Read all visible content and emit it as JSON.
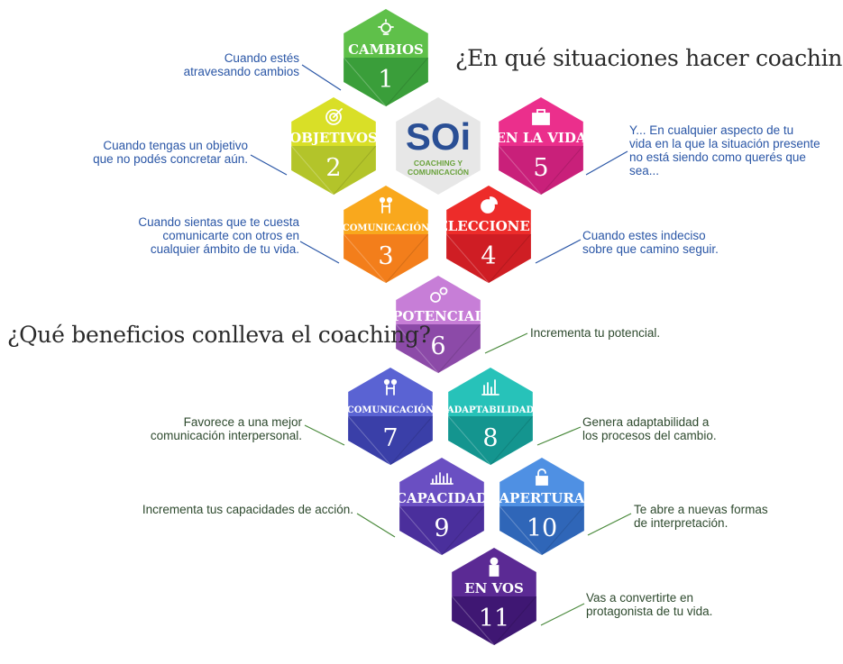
{
  "headings": {
    "situations": "¿En qué situaciones hacer coaching?",
    "benefits": "¿Qué beneficios conlleva el coaching?"
  },
  "logo": {
    "text": "SOi",
    "subtitle_1": "COACHING Y",
    "subtitle_2": "COMUNICACIÓN"
  },
  "hexagons": [
    {
      "id": 1,
      "label": "CAMBIOS",
      "number": "1",
      "icon": "lightbulb-icon",
      "light": "#5fc04a",
      "dark": "#3a9e3a"
    },
    {
      "id": 2,
      "label": "OBJETIVOS",
      "number": "2",
      "icon": "target-icon",
      "light": "#d9df27",
      "dark": "#b3c42a"
    },
    {
      "id": 3,
      "label": "COMUNICACIÓN",
      "number": "3",
      "icon": "people-icon",
      "light": "#f9a81d",
      "dark": "#f37e1b"
    },
    {
      "id": 4,
      "label": "ELECCIONES",
      "number": "4",
      "icon": "pie-chart-icon",
      "light": "#ed2c2a",
      "dark": "#cf1e24"
    },
    {
      "id": 5,
      "label": "EN LA VIDA",
      "number": "5",
      "icon": "briefcase-icon",
      "light": "#eb2f8c",
      "dark": "#c9207a"
    },
    {
      "id": 6,
      "label": "POTENCIAL",
      "number": "6",
      "icon": "gears-icon",
      "light": "#c77ed7",
      "dark": "#8c4aa8"
    },
    {
      "id": 7,
      "label": "COMUNICACIÓN",
      "number": "7",
      "icon": "people-icon",
      "light": "#5a63d3",
      "dark": "#3a3fa8"
    },
    {
      "id": 8,
      "label": "ADAPTABILIDAD",
      "number": "8",
      "icon": "bars-icon",
      "light": "#27c2b9",
      "dark": "#14958f"
    },
    {
      "id": 9,
      "label": "CAPACIDAD",
      "number": "9",
      "icon": "equalizer-icon",
      "light": "#6a4fc2",
      "dark": "#4b2f9c"
    },
    {
      "id": 10,
      "label": "APERTURA",
      "number": "10",
      "icon": "padlock-icon",
      "light": "#4f90e3",
      "dark": "#2f66b8"
    },
    {
      "id": 11,
      "label": "EN VOS",
      "number": "11",
      "icon": "person-icon",
      "light": "#5b2a94",
      "dark": "#3f1873"
    }
  ],
  "notes": [
    {
      "id": 1,
      "text": "Cuando estés\natravesando cambios"
    },
    {
      "id": 2,
      "text": "Cuando tengas un objetivo\nque no podés concretar aún."
    },
    {
      "id": 3,
      "text": "Cuando sientas que te cuesta\ncomunicarte con otros en\ncualquier ámbito de tu vida."
    },
    {
      "id": 4,
      "text": "Cuando estes indeciso\nsobre que camino seguir."
    },
    {
      "id": 5,
      "text": "Y... En cualquier aspecto de tu\nvida en la que la situación presente\nno está siendo como querés que\nsea..."
    },
    {
      "id": 6,
      "text": "Incrementa tu potencial."
    },
    {
      "id": 7,
      "text": "Favorece a una mejor\ncomunicación interpersonal."
    },
    {
      "id": 8,
      "text": "Genera adaptabilidad a\nlos procesos del cambio."
    },
    {
      "id": 9,
      "text": "Incrementa tus capacidades de acción."
    },
    {
      "id": 10,
      "text": "Te abre a nuevas formas\nde interpretación."
    },
    {
      "id": 11,
      "text": "Vas a convertirte en\nprotagonista de tu vida."
    }
  ]
}
